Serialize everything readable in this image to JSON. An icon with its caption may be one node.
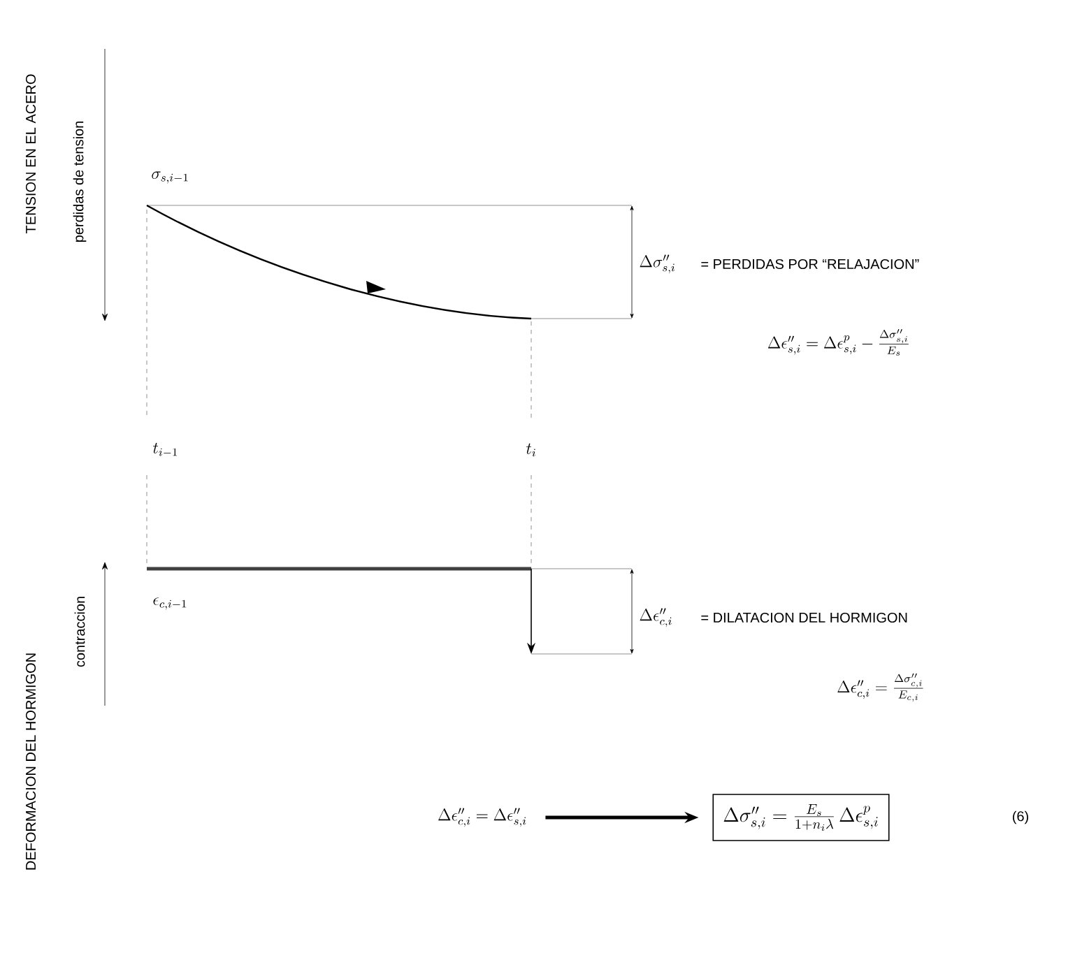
{
  "diagram": {
    "nodes": [
      {
        "text": [
          "\\Delta\\epsilon''_{c,i}=\\Delta\\epsilon''_{s,i}"
        ]
      },
      {
        "text": [
          "\\Delta\\sigma''_{s,i}=\\frac{E_s}{1+n_i\\lambda}\\,\\Delta\\epsilon^{p}_{s,i}"
        ]
      }
    ],
    "edges": [
      {
        "from": 0,
        "to": 1,
        "arrow": "to"
      }
    ],
    "labels": [
      "TENSION EN EL ACERO",
      "perdidas de tension",
      "\\sigma_{s,i-1}",
      "\\Delta\\sigma''_{s,i}",
      "= PERDIDAS  POR “RELAJACION”",
      "\\Delta\\epsilon''_{s,i}=\\Delta\\epsilon^{p}_{s,i}-\\frac{\\Delta\\sigma''_{s,i}}{E_s}",
      "t_{i-1}",
      "t_i",
      "DEFORMACION DEL HORMIGON",
      "contraccion",
      "\\epsilon_{c,i-1}",
      "\\Delta\\epsilon''_{c,i}",
      "= DILATACION  DEL  HORMIGON",
      "\\Delta\\epsilon''_{c,i}=\\frac{\\Delta\\sigma''_{c,i}}{E_{c,i}}",
      "(6)"
    ]
  }
}
